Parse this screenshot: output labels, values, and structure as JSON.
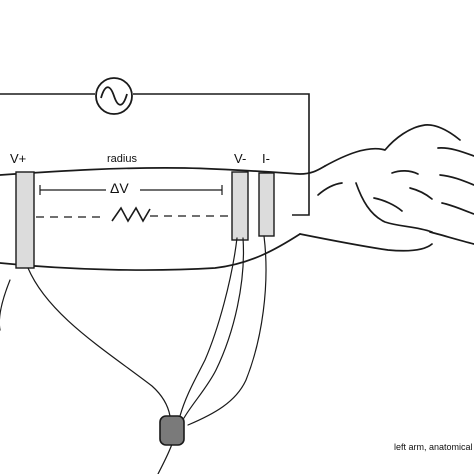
{
  "diagram": {
    "labels": {
      "v_plus": "V+",
      "v_minus": "V-",
      "i_minus": "I-",
      "radius": "radius",
      "delta_v": "ΔV",
      "caption": "left arm, anatomical"
    },
    "colors": {
      "stroke": "#1a1a1a",
      "electrode_fill": "#dcdcdc",
      "sensor_fill": "#7a7a7a"
    },
    "icons": {
      "ac_source": "ac-source-icon",
      "impedance": "impedance-zigzag-icon",
      "sensor": "sensor-module-icon"
    }
  }
}
